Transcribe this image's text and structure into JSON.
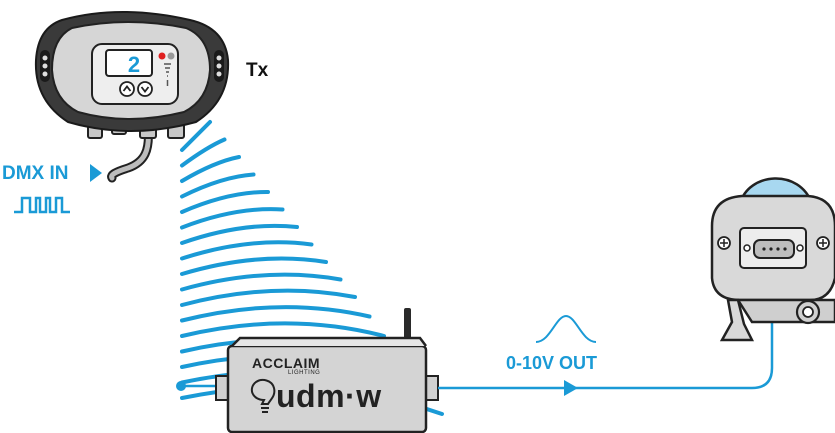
{
  "labels": {
    "transmitter": "Tx",
    "dmx_in": "DMX IN",
    "output": "0-10V OUT",
    "brand": "ACCLAIM",
    "brand_sub": "LIGHTING",
    "product": "udm·w",
    "display_digit": "2"
  },
  "colors": {
    "accent": "#1a9ad6",
    "device_body": "#d9d9d9",
    "device_dark": "#3a3a3a",
    "outline": "#222222",
    "indicator": "#e02020"
  },
  "icons": [
    "up-arrow-button-icon",
    "down-arrow-button-icon",
    "signal-bars-icon",
    "lightbulb-logo-icon",
    "antenna-icon",
    "play-arrow-icon",
    "square-wave-icon",
    "bell-curve-icon"
  ]
}
